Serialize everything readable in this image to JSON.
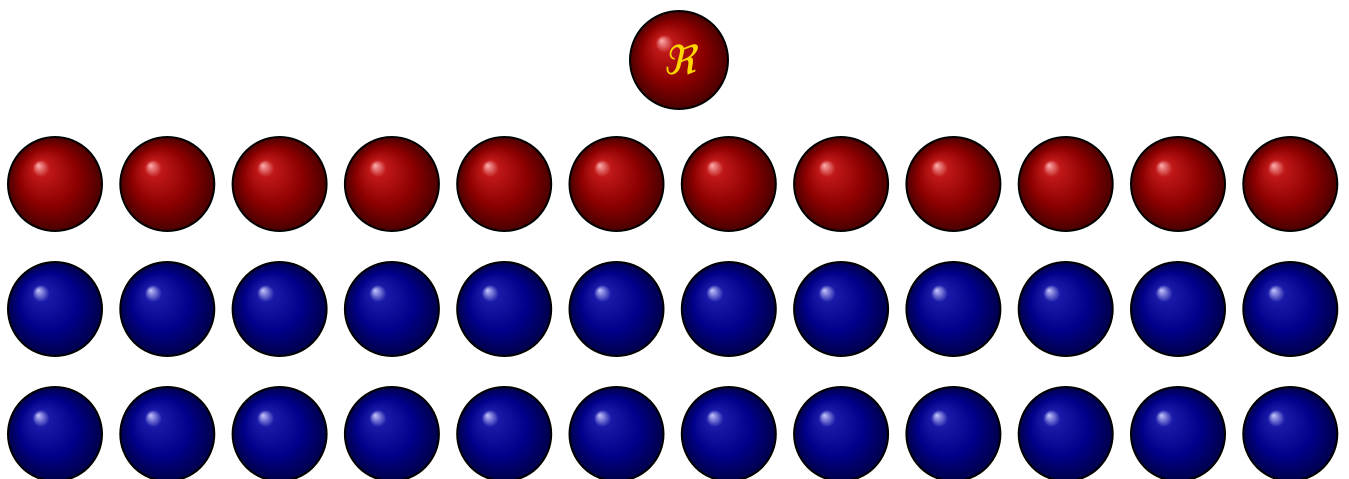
{
  "diagram": {
    "top_sphere": {
      "label": "ℜ",
      "color": "red",
      "label_color": "#ffd700"
    },
    "rows": [
      {
        "color": "red",
        "count": 12
      },
      {
        "color": "blue",
        "count": 12
      },
      {
        "color": "blue",
        "count": 12
      }
    ],
    "palette": {
      "red": {
        "highlight": "#ffb0b0",
        "mid": "#c01818",
        "base": "#8c0000",
        "shadow": "#4a0000"
      },
      "blue": {
        "highlight": "#c8c8ff",
        "mid": "#1a1aa8",
        "base": "#00008a",
        "shadow": "#00004a"
      },
      "outline": "#000000"
    }
  }
}
